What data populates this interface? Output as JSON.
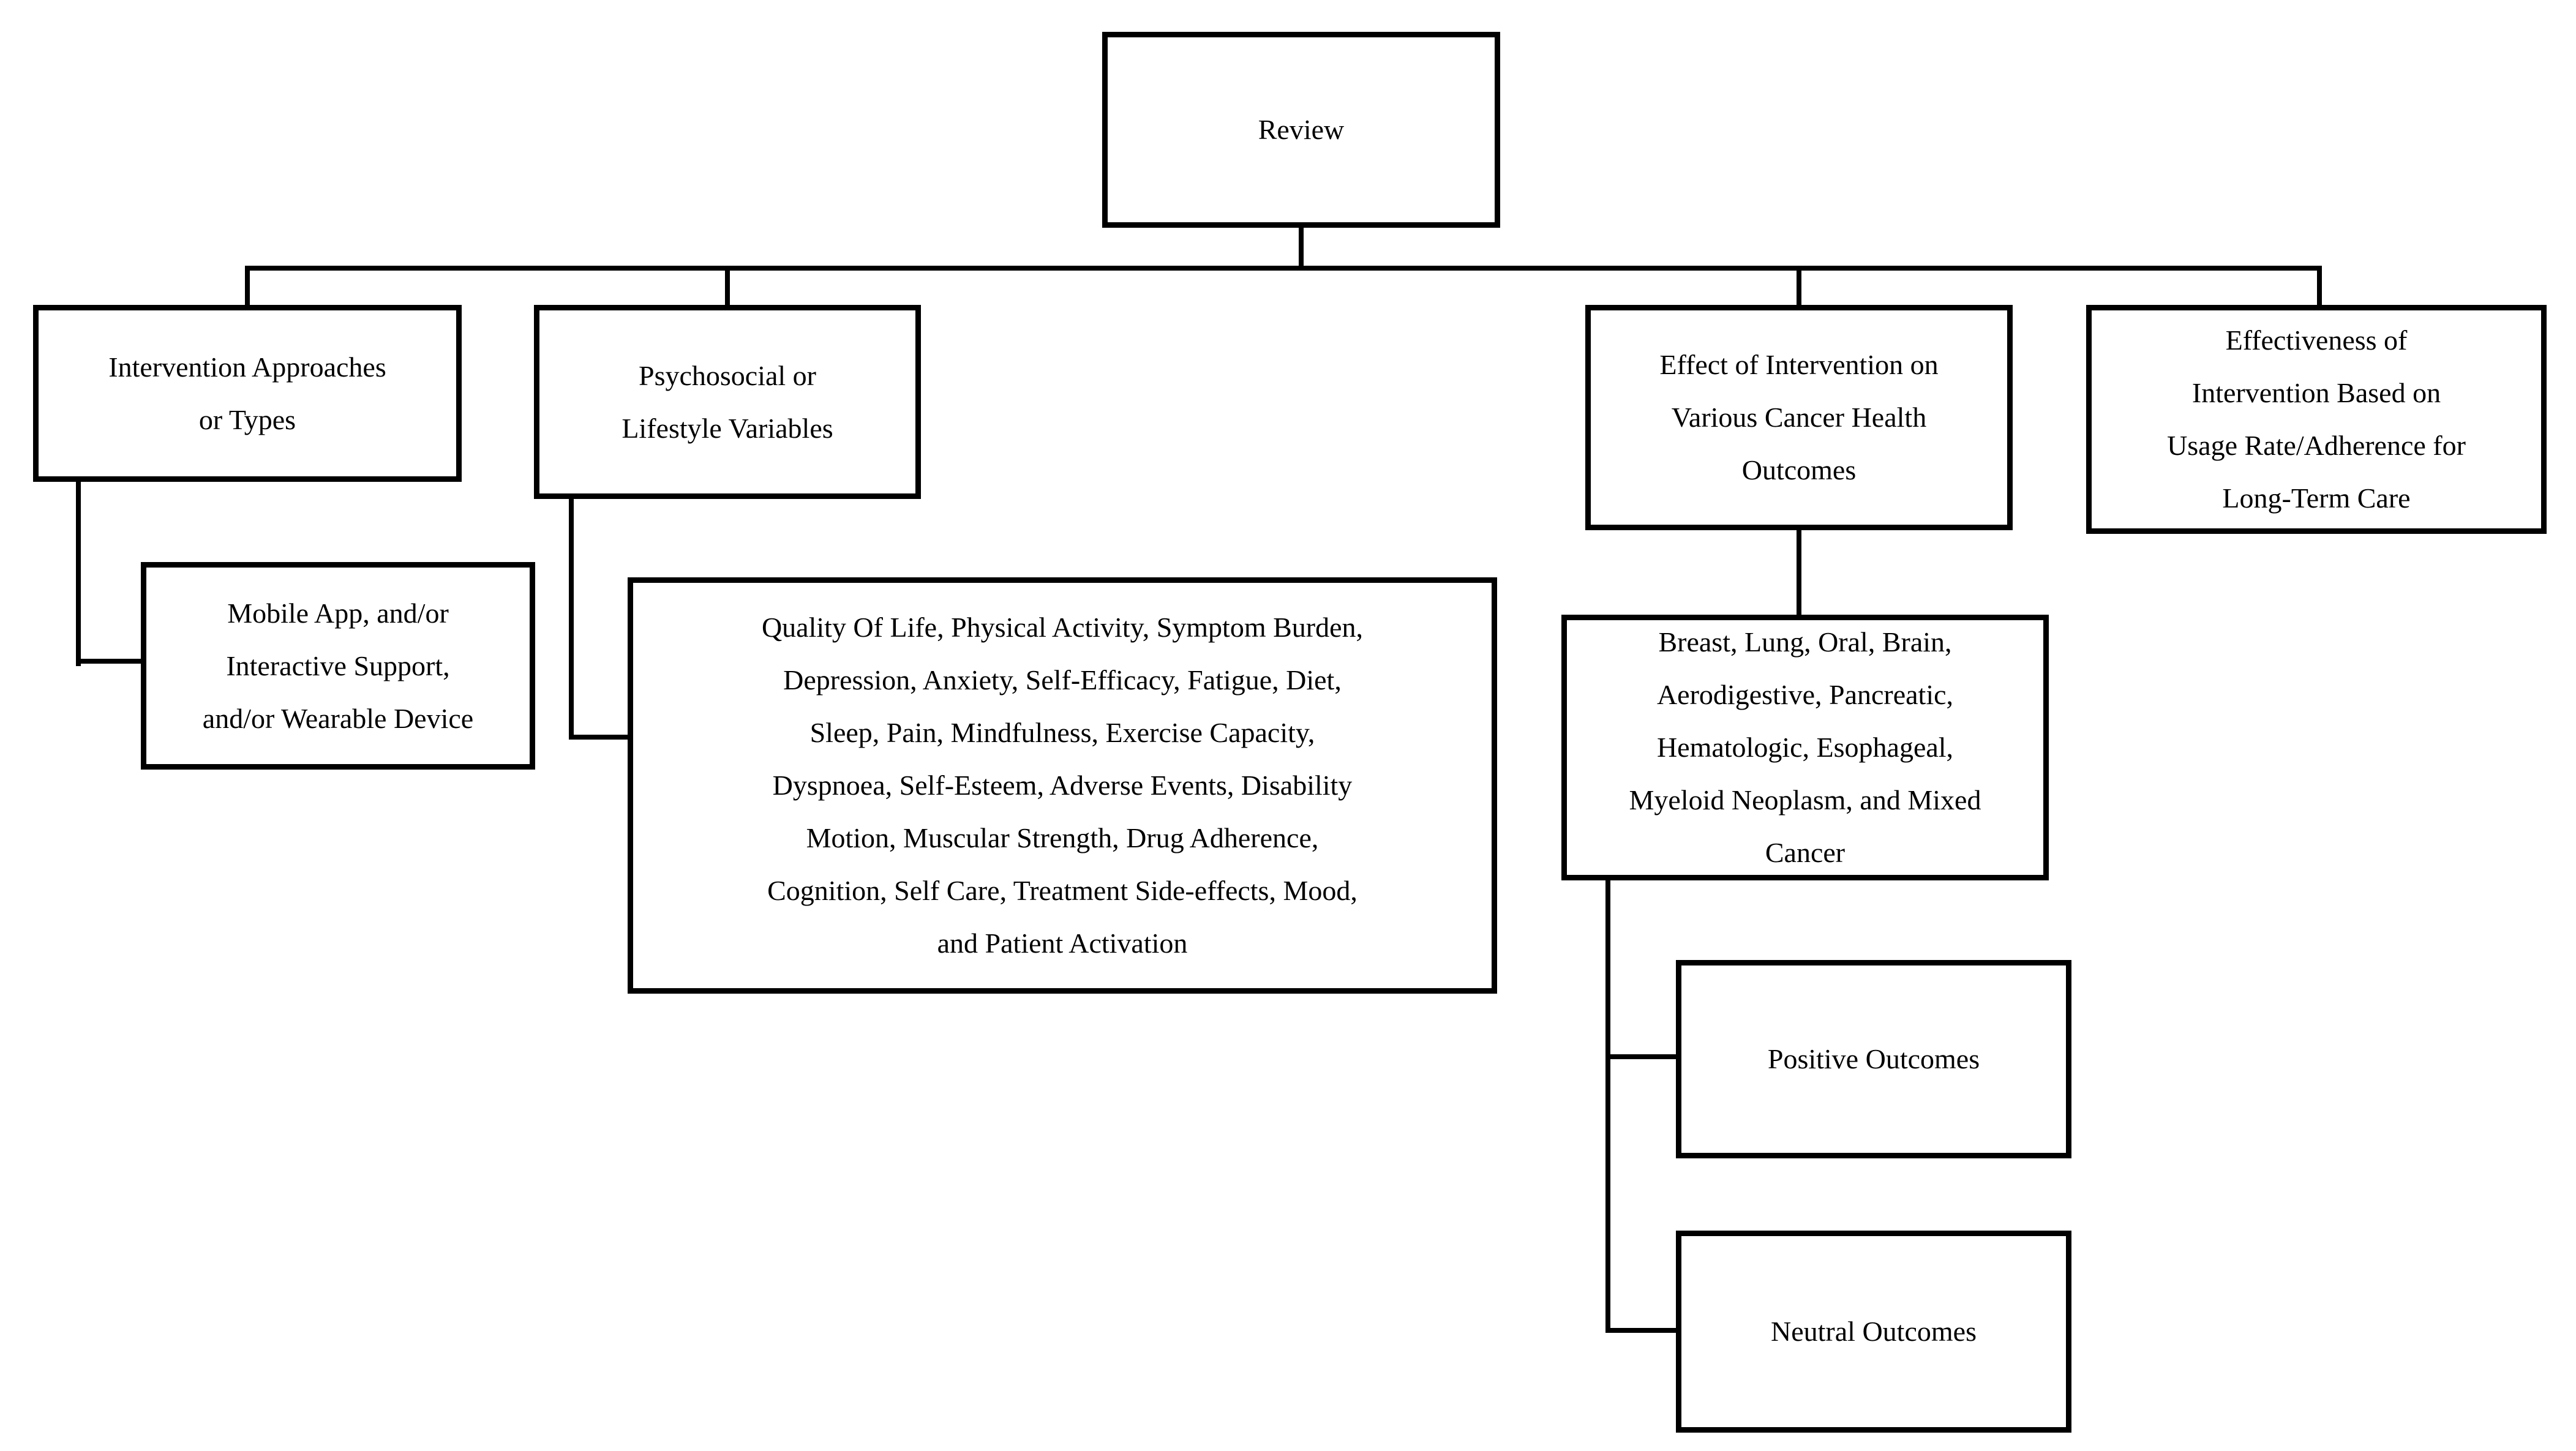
{
  "figure": {
    "type": "flowchart",
    "colors": {
      "background": "#ffffff",
      "box_fill": "#ffffff",
      "line": "#000000",
      "text": "#000000"
    },
    "nodes": {
      "review": "Review",
      "intervention_types": "Intervention Approaches or Types",
      "psychosocial_lifestyle": "Psychosocial or Lifestyle Variables",
      "effect_on_outcomes": "Effect of Intervention on Various Cancer Health Outcomes",
      "effectiveness_usage": "Effectiveness of Intervention Based on Usage Rate/Adherence for Long-Term Care",
      "mobile_app_device": "Mobile App, and/or Interactive Support, and/or Wearable Device",
      "variables_list": "Quality Of Life, Physical Activity, Symptom Burden, Depression, Anxiety, Self-Efficacy, Fatigue, Diet, Sleep, Pain, Mindfulness, Exercise Capacity, Dyspnoea, Self-Esteem, Adverse Events, Disability Motion, Muscular Strength, Drug Adherence, Cognition, Self Care, Treatment Side-effects, Mood, and Patient Activation",
      "cancer_types": "Breast, Lung, Oral, Brain, Aerodigestive, Pancreatic, Hematologic, Esophageal, Myeloid Neoplasm, and Mixed Cancer",
      "positive_outcomes": "Positive Outcomes",
      "neutral_outcomes": "Neutral Outcomes"
    }
  }
}
